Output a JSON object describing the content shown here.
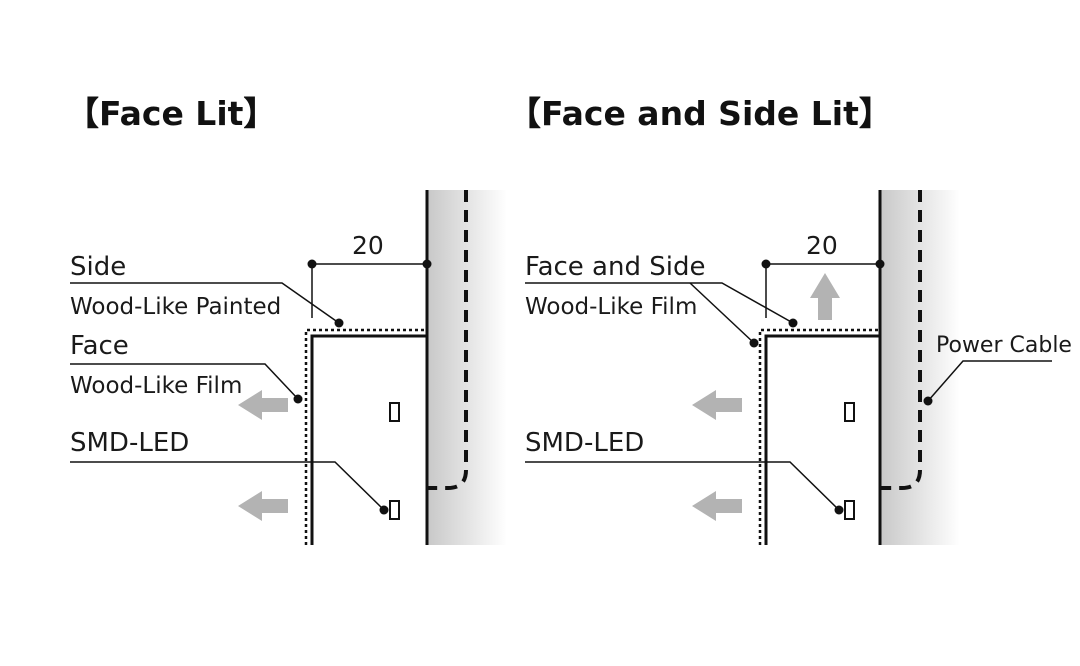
{
  "left_panel": {
    "title": "【Face Lit】",
    "dimension": "20",
    "side_label": "Side",
    "side_material": "Wood-Like Painted",
    "face_label": "Face",
    "face_material": "Wood-Like Film",
    "led_label": "SMD-LED"
  },
  "right_panel": {
    "title": "【Face and Side Lit】",
    "dimension": "20",
    "face_side_label": "Face and Side",
    "face_side_material": "Wood-Like Film",
    "led_label": "SMD-LED",
    "power_cable_label": "Power Cable"
  },
  "colors": {
    "line": "#111111",
    "arrow": "#b3b3b3",
    "wall_gradient_start": "#c8c8c8",
    "wall_gradient_end": "#ffffff"
  }
}
